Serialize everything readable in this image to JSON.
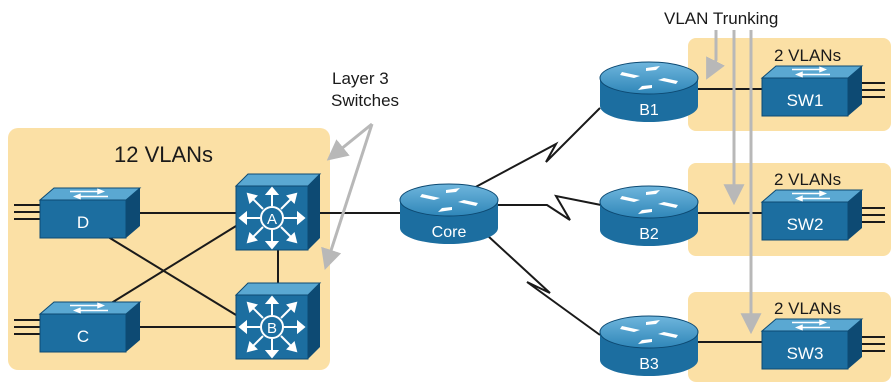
{
  "annotations": {
    "layer3_line1": "Layer 3",
    "layer3_line2": "Switches",
    "vlan_trunking": "VLAN Trunking"
  },
  "campus": {
    "vlan_label": "12 VLANs",
    "access_switches": [
      "D",
      "C"
    ],
    "l3_switches": [
      "A",
      "B"
    ]
  },
  "core": {
    "label": "Core"
  },
  "branches": [
    {
      "router": "B1",
      "switch": "SW1",
      "vlans": "2 VLANs",
      "wan": "serial"
    },
    {
      "router": "B2",
      "switch": "SW2",
      "vlans": "2 VLANs",
      "wan": "serial"
    },
    {
      "router": "B3",
      "switch": "SW3",
      "vlans": "2 VLANs",
      "wan": "serial"
    }
  ],
  "colors": {
    "area_fill": "#fbe0a5",
    "device_blue": "#1c6ea0",
    "device_dark": "#0d4a73",
    "device_light": "#5aa8d2",
    "link": "#1a1a1a",
    "callout_arrow": "#b8b8b8"
  },
  "icons": {
    "router": "router-icon",
    "switch": "switch-icon",
    "l3_switch": "multilayer-switch-icon"
  }
}
